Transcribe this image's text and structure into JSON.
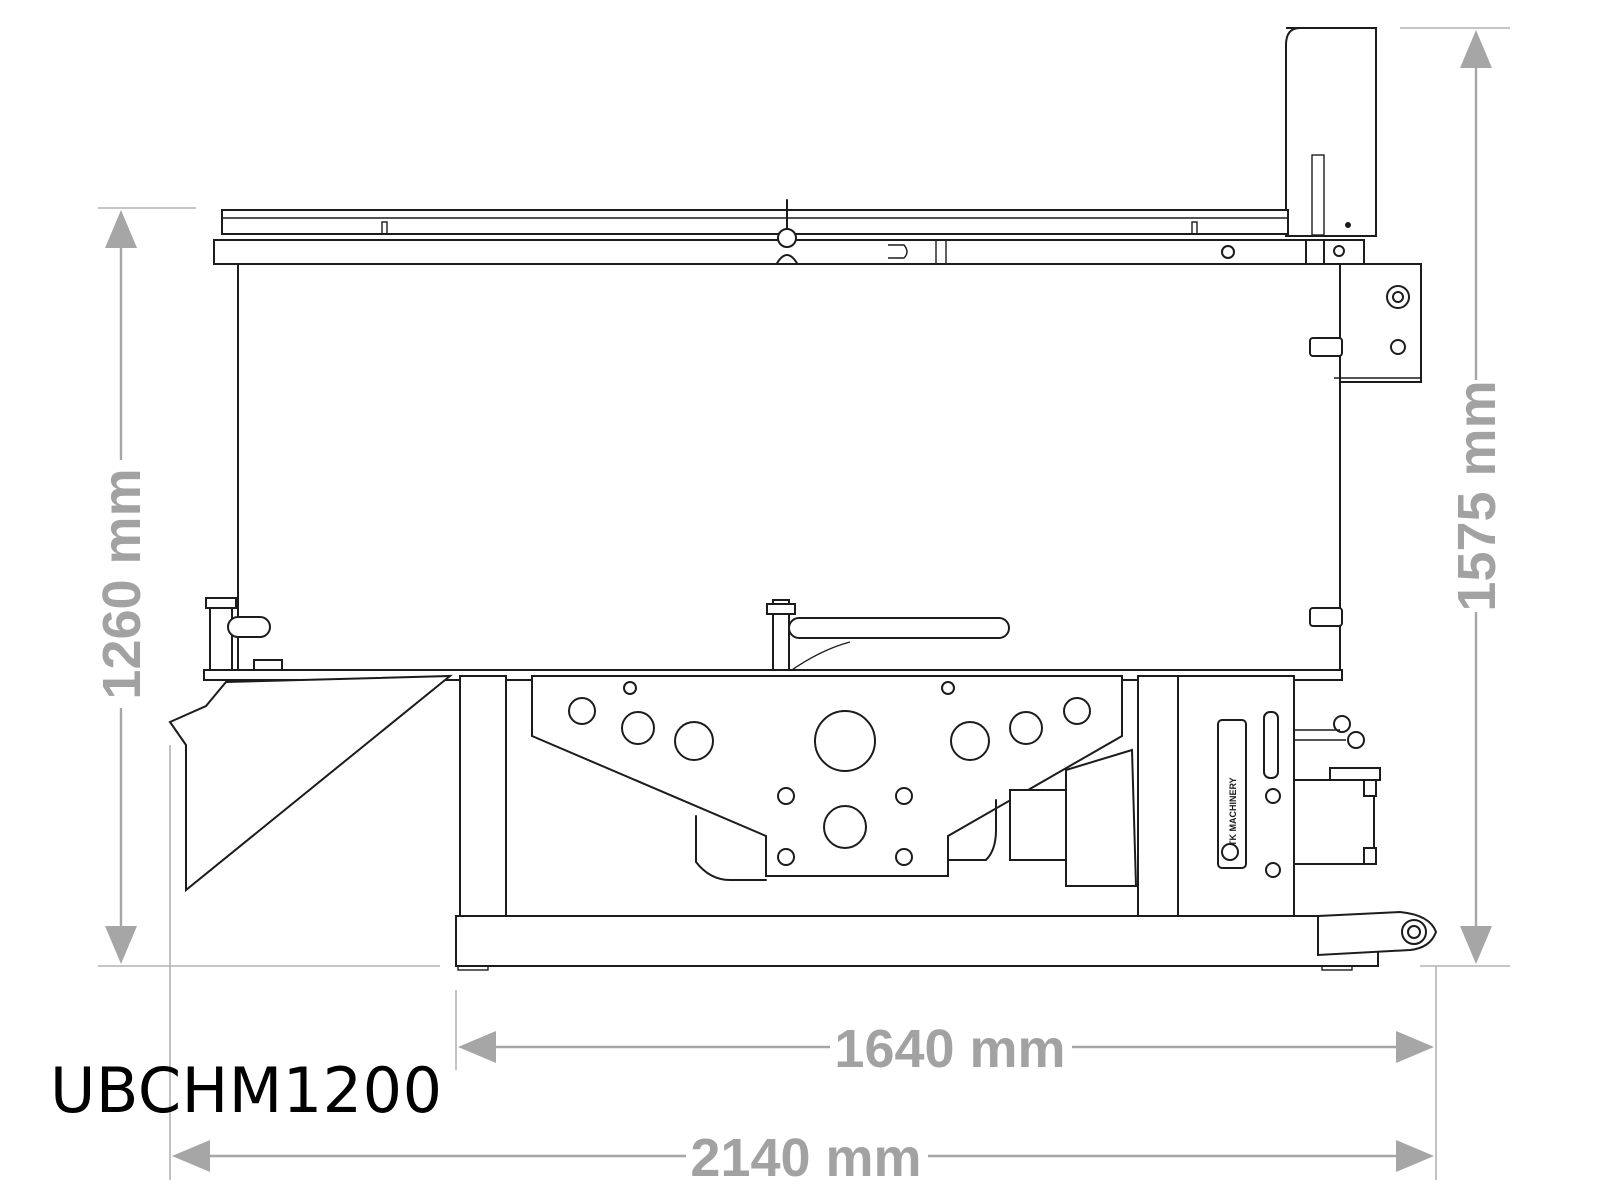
{
  "model": "UBCHM1200",
  "dimensions": {
    "body_height": "1260 mm",
    "total_height": "1575 mm",
    "frame_length": "1640 mm",
    "total_length": "2140 mm"
  },
  "colors": {
    "line": "#1c1c1c",
    "dimension": "#a6a6a6",
    "background": "#ffffff"
  }
}
